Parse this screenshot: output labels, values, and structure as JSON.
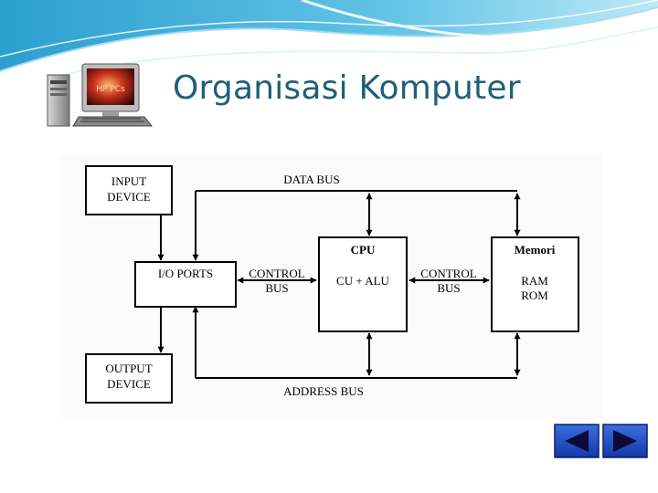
{
  "slide": {
    "title": "Organisasi Komputer",
    "colors": {
      "title": "#1f5f78",
      "accent_blue": "#3da9d3",
      "nav_blue": "#1f4fc7"
    }
  },
  "logo": {
    "label": "HP PCs",
    "icon": "desktop-computer-icon"
  },
  "diagram": {
    "blocks": {
      "input_device": [
        "INPUT",
        "DEVICE"
      ],
      "output_device": [
        "OUTPUT",
        "DEVICE"
      ],
      "io_ports": "I/O PORTS",
      "cpu": {
        "title": "CPU",
        "content": "CU + ALU"
      },
      "memory": {
        "title": "Memori",
        "lines": [
          "RAM",
          "ROM"
        ]
      }
    },
    "labels": {
      "data_bus": "DATA BUS",
      "address_bus": "ADDRESS BUS",
      "control_bus_left": [
        "CONTROL",
        "BUS"
      ],
      "control_bus_right": [
        "CONTROL",
        "BUS"
      ]
    }
  },
  "navigation": {
    "prev_icon": "triangle-left-icon",
    "next_icon": "triangle-right-icon"
  }
}
